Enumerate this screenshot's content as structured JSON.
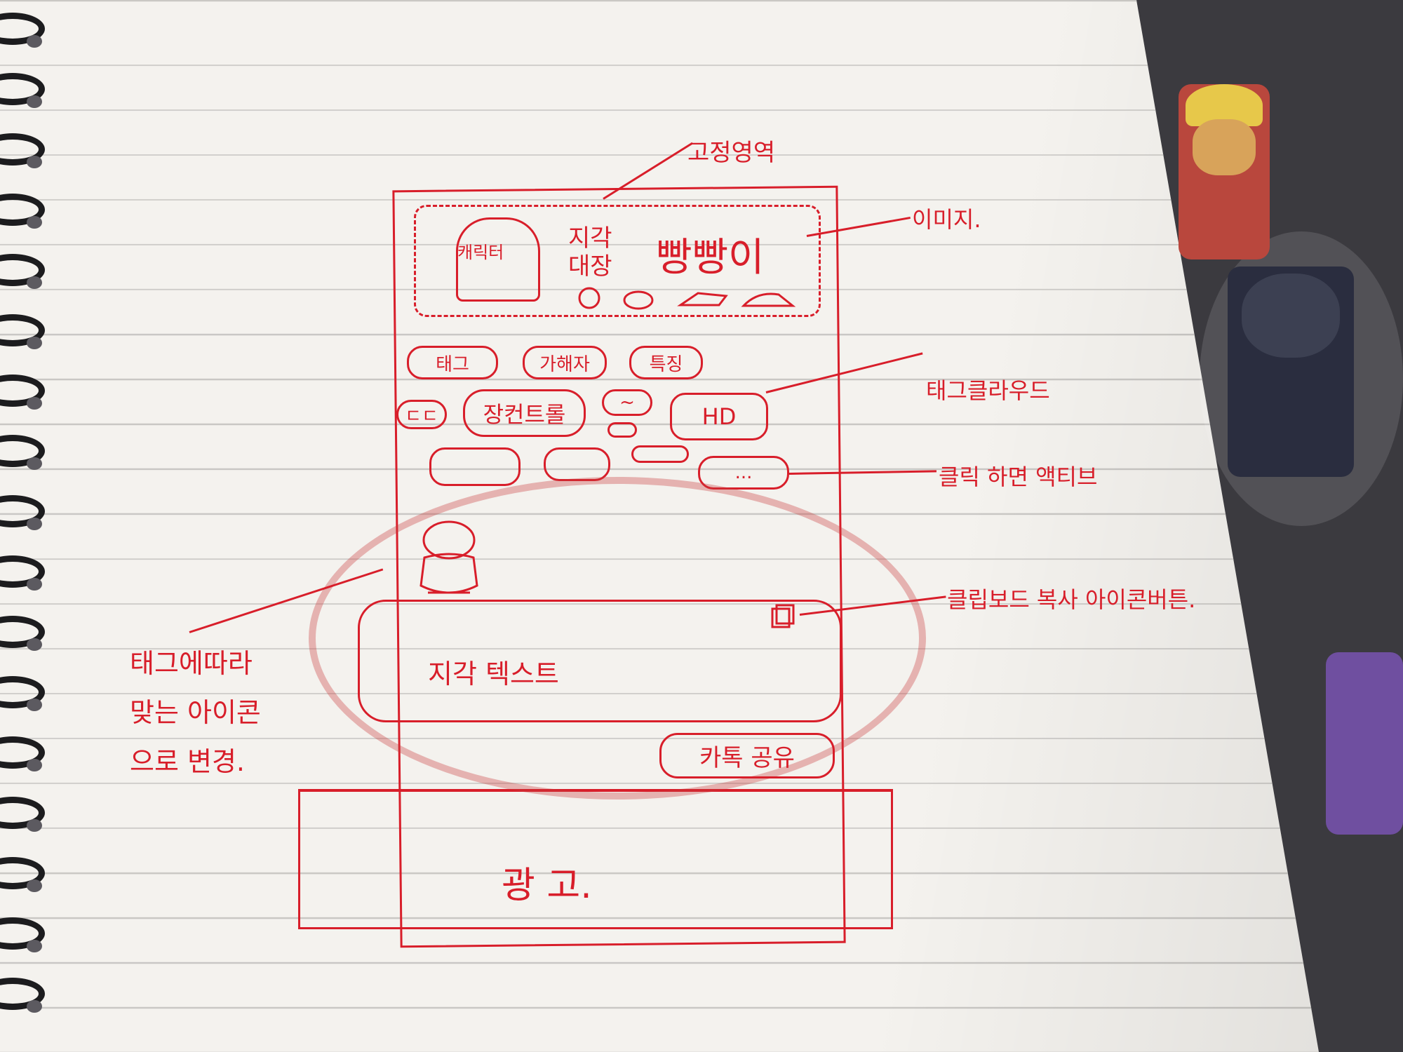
{
  "sketch": {
    "fixed_area_label": "고정영역",
    "character_label": "캐릭터",
    "title_line1": "지각",
    "title_line2": "대장",
    "title_name": "빵빵이",
    "image_label": "이미지.",
    "tag_cloud_annotation": "태그클라우드",
    "tabs": [
      "태그",
      "가해자",
      "특징"
    ],
    "tag_chips": [
      "ㄷㄷ",
      "장컨트롤",
      "~",
      "HD",
      "",
      "",
      "",
      "..."
    ],
    "click_active_annotation": "클릭 하면 액티브",
    "clipboard_annotation": "클립보드 복사 아이콘버튼.",
    "icon_change_annotation": [
      "태그에따라",
      "맞는 아이콘",
      "으로 변경."
    ],
    "excuse_text": "지각 텍스트",
    "kakao_share": "카톡 공유",
    "ad_label": "광 고.",
    "ink_color": "#d81e2a"
  }
}
